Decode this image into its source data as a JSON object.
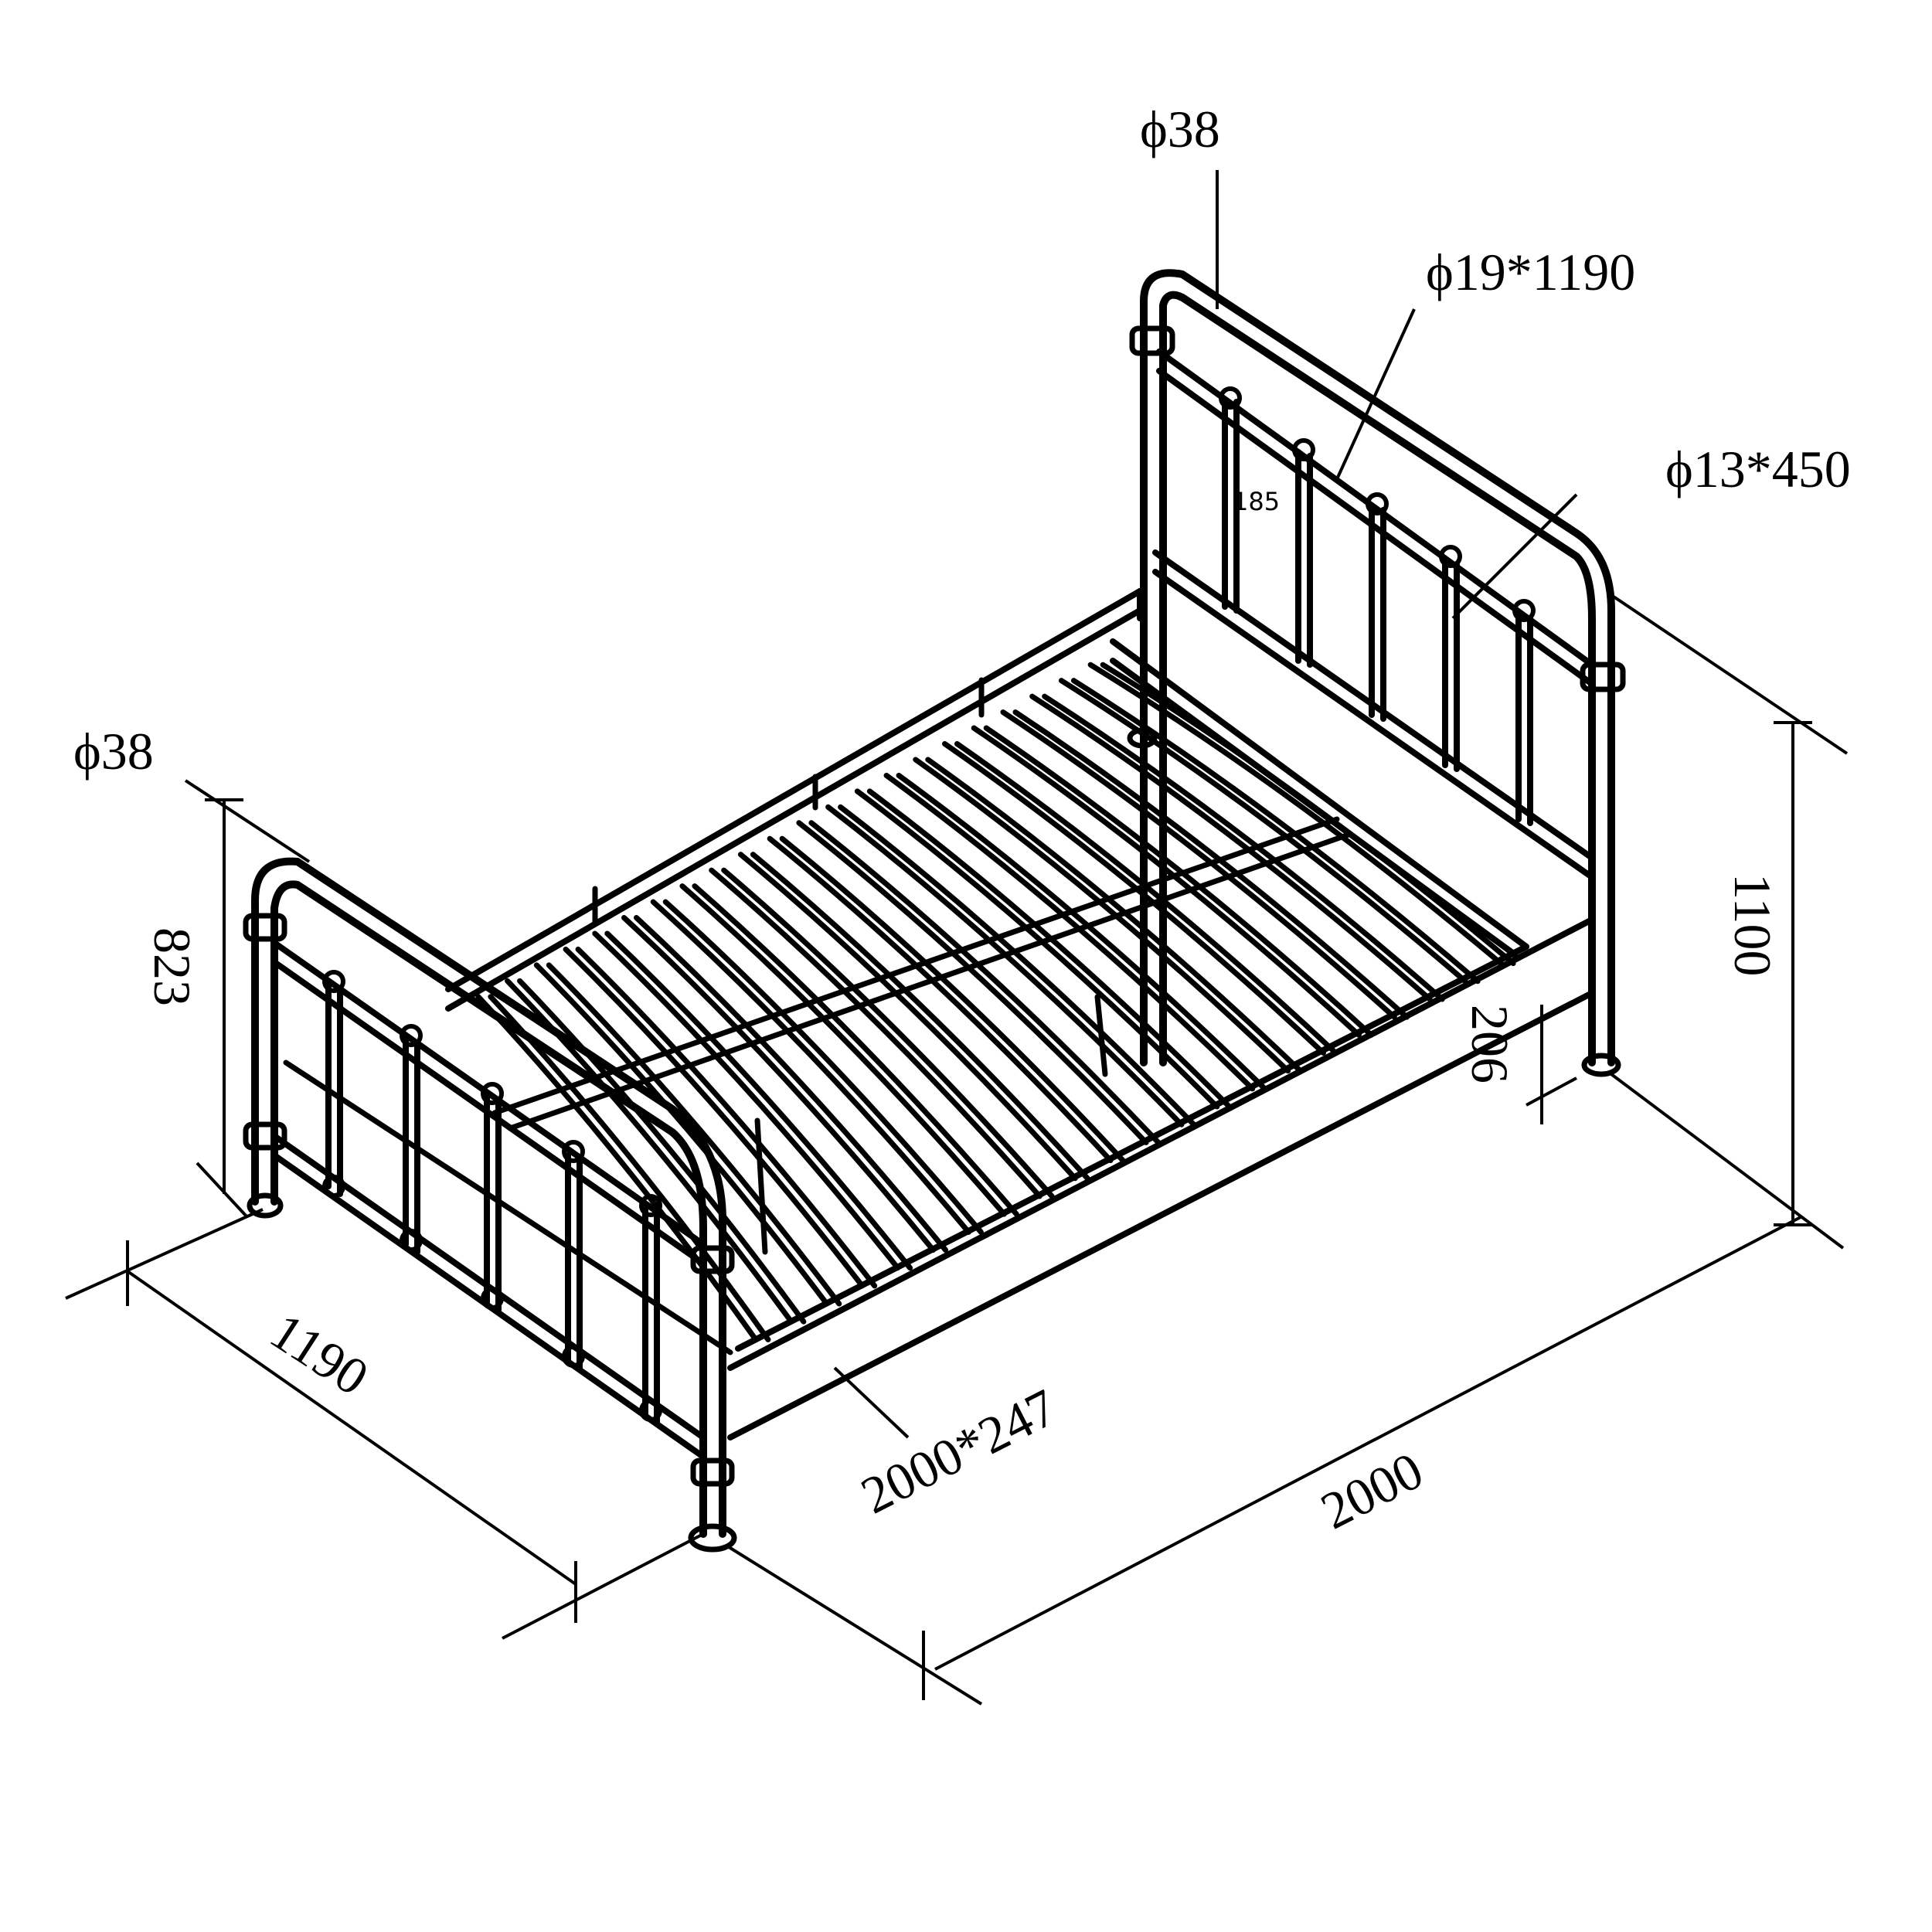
{
  "labels": {
    "head_post": "ϕ38",
    "head_rail": "ϕ19*1190",
    "head_spindle": "ϕ13*450",
    "head_note": "185",
    "foot_post": "ϕ38",
    "foot_height": "823",
    "head_height": "1100",
    "rail_height": "206",
    "width": "1190",
    "side_rail": "2000*247",
    "length": "2000"
  },
  "colors": {
    "line": "#000000",
    "background": "#ffffff"
  }
}
